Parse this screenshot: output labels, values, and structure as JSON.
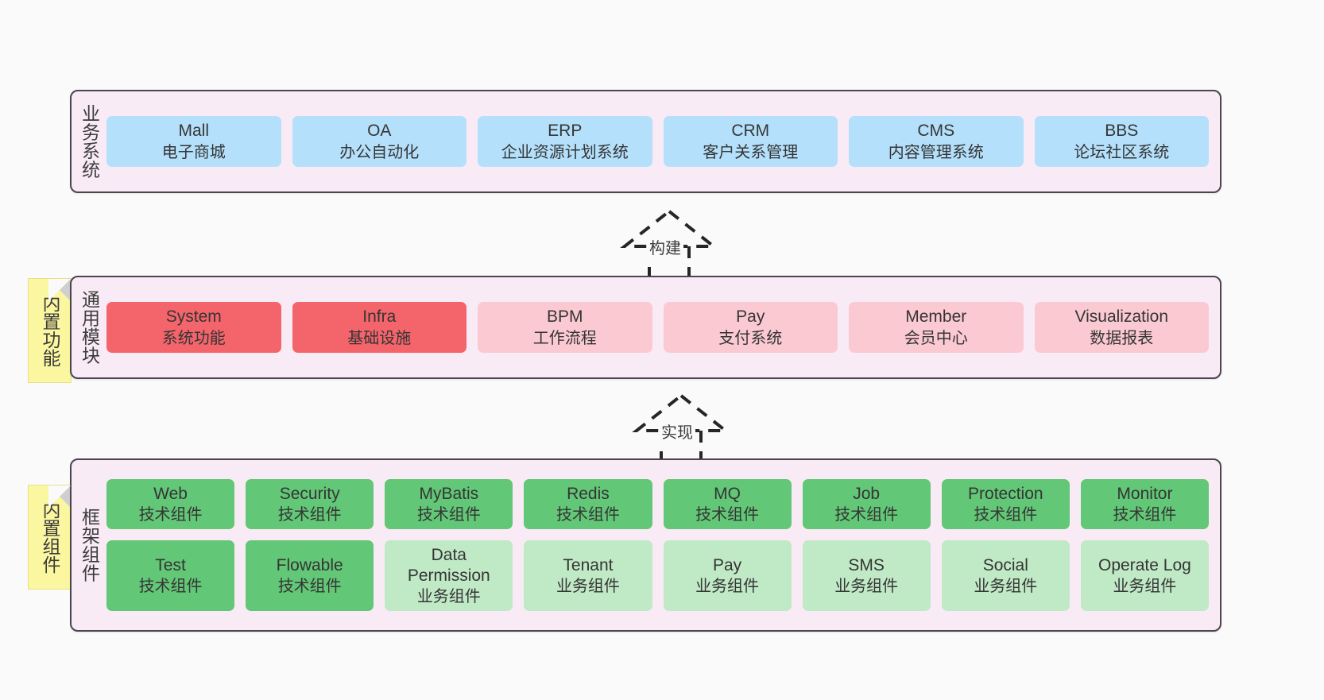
{
  "diagram": {
    "background_color": "#fafafa",
    "layer_fill": "#f9ebf5",
    "layer_border": "#4a4550",
    "note_color": "#fbf7a0"
  },
  "layers": [
    {
      "key": "business",
      "title": "业务系统",
      "note": null,
      "rows": [
        [
          {
            "name": "Mall",
            "sub": "电子商城",
            "color": "blue"
          },
          {
            "name": "OA",
            "sub": "办公自动化",
            "color": "blue"
          },
          {
            "name": "ERP",
            "sub": "企业资源计划系统",
            "color": "blue"
          },
          {
            "name": "CRM",
            "sub": "客户关系管理",
            "color": "blue"
          },
          {
            "name": "CMS",
            "sub": "内容管理系统",
            "color": "blue"
          },
          {
            "name": "BBS",
            "sub": "论坛社区系统",
            "color": "blue"
          }
        ]
      ]
    },
    {
      "key": "common",
      "title": "通用模块",
      "note": "内置功能",
      "rows": [
        [
          {
            "name": "System",
            "sub": "系统功能",
            "color": "red"
          },
          {
            "name": "Infra",
            "sub": "基础设施",
            "color": "red"
          },
          {
            "name": "BPM",
            "sub": "工作流程",
            "color": "pink"
          },
          {
            "name": "Pay",
            "sub": "支付系统",
            "color": "pink"
          },
          {
            "name": "Member",
            "sub": "会员中心",
            "color": "pink"
          },
          {
            "name": "Visualization",
            "sub": "数据报表",
            "color": "pink"
          }
        ]
      ]
    },
    {
      "key": "framework",
      "title": "框架组件",
      "note": "内置组件",
      "rows": [
        [
          {
            "name": "Web",
            "sub": "技术组件",
            "color": "green"
          },
          {
            "name": "Security",
            "sub": "技术组件",
            "color": "green"
          },
          {
            "name": "MyBatis",
            "sub": "技术组件",
            "color": "green"
          },
          {
            "name": "Redis",
            "sub": "技术组件",
            "color": "green"
          },
          {
            "name": "MQ",
            "sub": "技术组件",
            "color": "green"
          },
          {
            "name": "Job",
            "sub": "技术组件",
            "color": "green"
          },
          {
            "name": "Protection",
            "sub": "技术组件",
            "color": "green"
          },
          {
            "name": "Monitor",
            "sub": "技术组件",
            "color": "green"
          }
        ],
        [
          {
            "name": "Test",
            "sub": "技术组件",
            "color": "green"
          },
          {
            "name": "Flowable",
            "sub": "技术组件",
            "color": "green"
          },
          {
            "name": "Data Permission",
            "sub": "业务组件",
            "color": "lightgreen"
          },
          {
            "name": "Tenant",
            "sub": "业务组件",
            "color": "lightgreen"
          },
          {
            "name": "Pay",
            "sub": "业务组件",
            "color": "lightgreen"
          },
          {
            "name": "SMS",
            "sub": "业务组件",
            "color": "lightgreen"
          },
          {
            "name": "Social",
            "sub": "业务组件",
            "color": "lightgreen"
          },
          {
            "name": "Operate Log",
            "sub": "业务组件",
            "color": "lightgreen"
          }
        ]
      ]
    }
  ],
  "connectors": [
    {
      "key": "build",
      "label": "构建"
    },
    {
      "key": "implement",
      "label": "实现"
    }
  ]
}
